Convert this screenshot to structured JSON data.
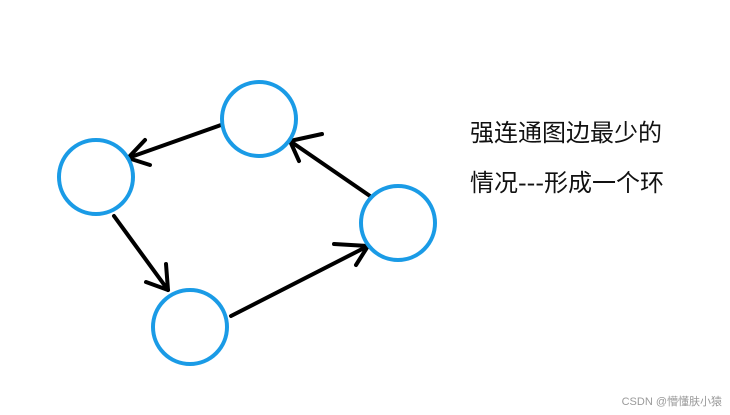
{
  "caption": {
    "line1": "强连通图边最少的",
    "line2": "情况---形成一个环"
  },
  "watermark": "CSDN @懵懂肤小猿",
  "colors": {
    "node_stroke": "#1a9be6",
    "edge": "#000000",
    "background": "#ffffff"
  },
  "graph": {
    "nodes": [
      "top",
      "left",
      "bottom",
      "right"
    ],
    "edges": [
      {
        "from": "top",
        "to": "left"
      },
      {
        "from": "left",
        "to": "bottom"
      },
      {
        "from": "bottom",
        "to": "right"
      },
      {
        "from": "right",
        "to": "top"
      }
    ]
  }
}
